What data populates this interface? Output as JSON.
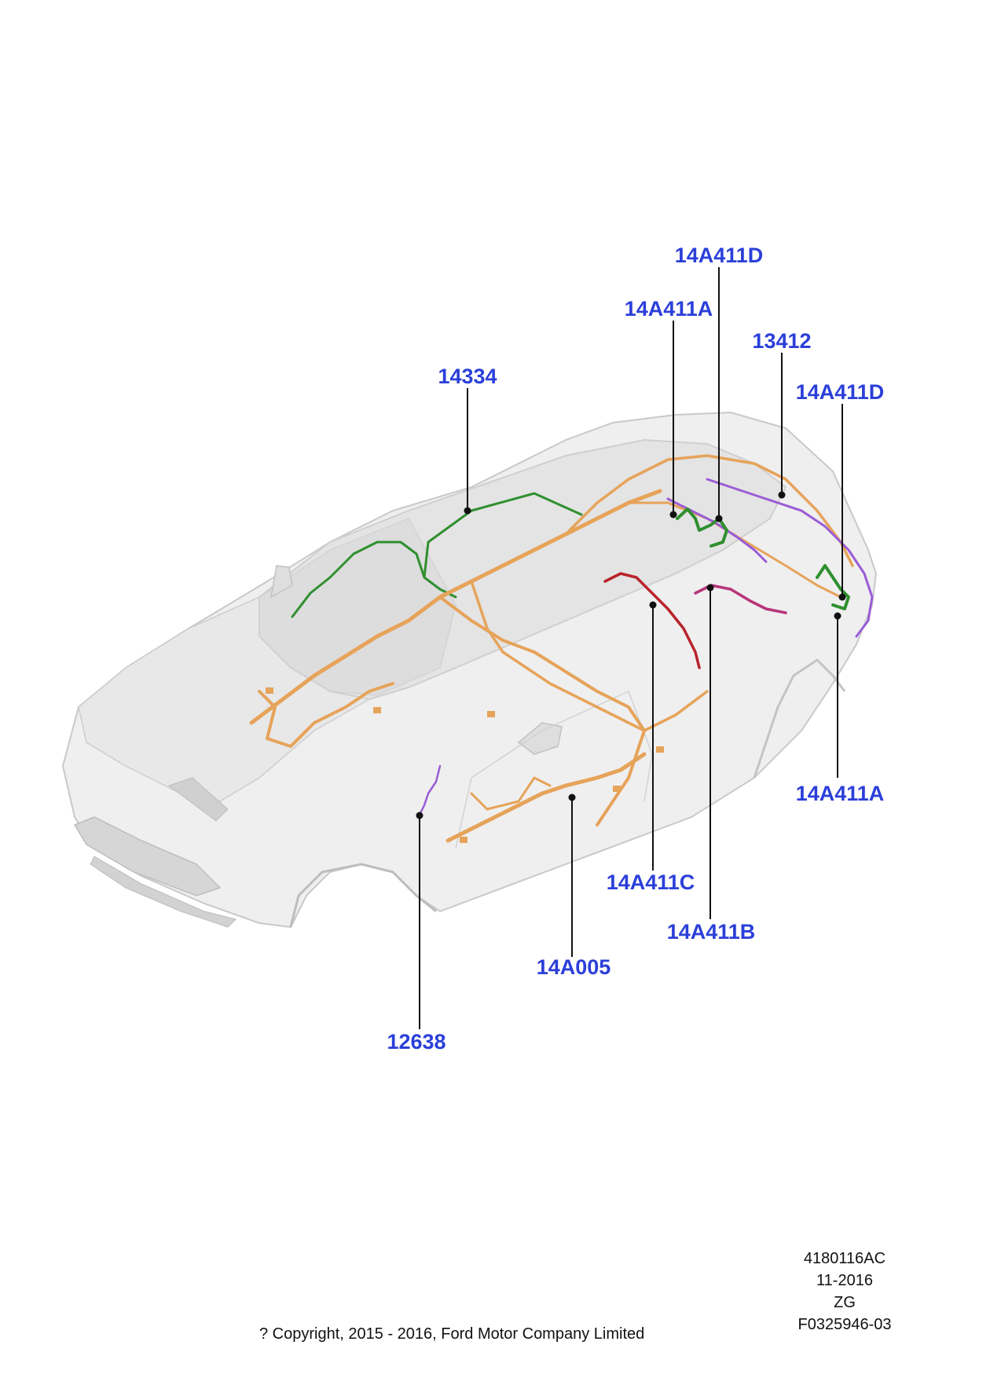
{
  "colors": {
    "callout_text": "#2b3fd9",
    "leader": "#111111",
    "harness_main": "#e6a35a",
    "harness_green": "#2f8f2f",
    "harness_purple": "#9a5cd6",
    "harness_red": "#b8242b",
    "harness_magenta": "#b8347a",
    "body_fill": "#ededed",
    "body_stroke": "#c7c7c7"
  },
  "callouts": [
    {
      "id": "c1",
      "text": "14A411D"
    },
    {
      "id": "c2",
      "text": "14A411A"
    },
    {
      "id": "c3",
      "text": "13412"
    },
    {
      "id": "c4",
      "text": "14334"
    },
    {
      "id": "c5",
      "text": "14A411D"
    },
    {
      "id": "c6",
      "text": "14A411A"
    },
    {
      "id": "c7",
      "text": "14A411C"
    },
    {
      "id": "c8",
      "text": "14A411B"
    },
    {
      "id": "c9",
      "text": "14A005"
    },
    {
      "id": "c10",
      "text": "12638"
    }
  ],
  "meta": {
    "drawing_number": "4180116AC",
    "date": "11-2016",
    "code": "ZG",
    "figure_id": "F0325946-03",
    "copyright": "? Copyright, 2015 - 2016, Ford Motor Company Limited"
  }
}
